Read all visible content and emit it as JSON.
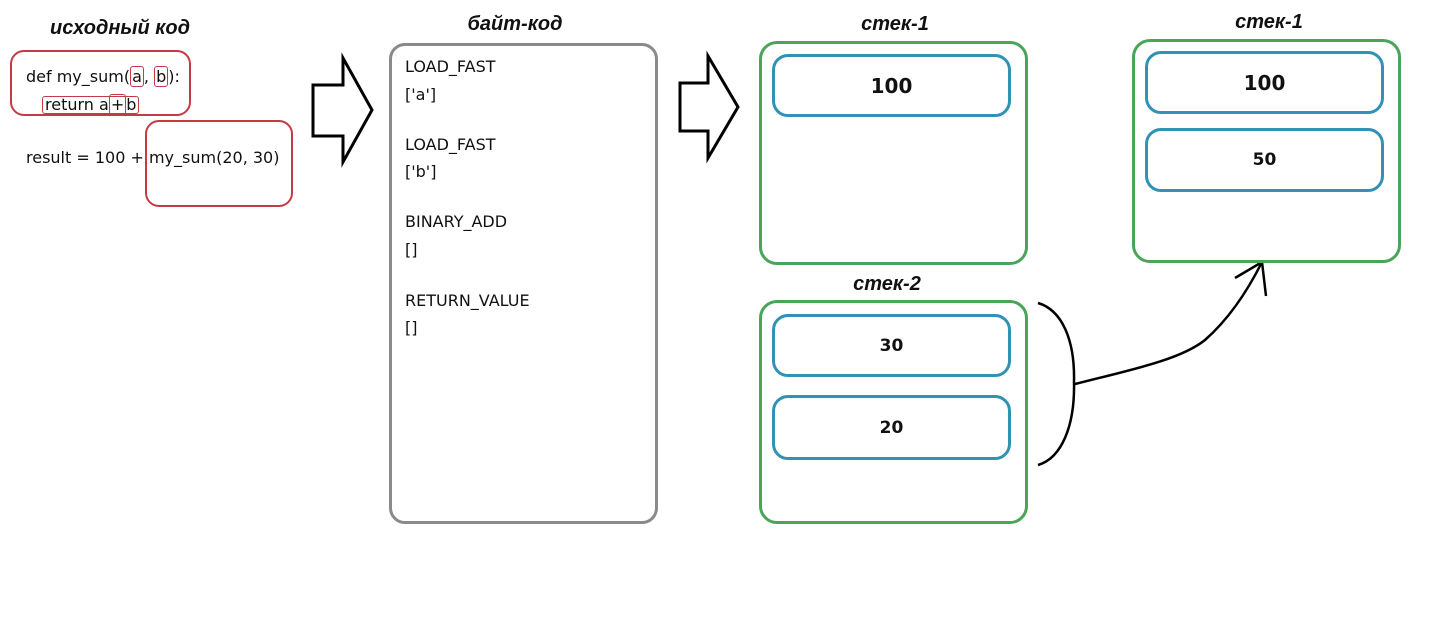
{
  "source": {
    "heading": "исходный код",
    "line1": {
      "pre": "def my_sum(",
      "a": "a",
      "comma": ",",
      "b": "b",
      "post": "):"
    },
    "line2": {
      "pre": "return a",
      "op": "+",
      "b": "b"
    },
    "line3": {
      "pre": "result = 100 + ",
      "call": "my_sum(20, 30)"
    }
  },
  "bytecode": {
    "heading": "байт-код",
    "instructions": [
      {
        "op": "LOAD_FAST",
        "arg": "['a']"
      },
      {
        "op": "LOAD_FAST",
        "arg": "['b']"
      },
      {
        "op": "BINARY_ADD",
        "arg": "[]"
      },
      {
        "op": "RETURN_VALUE",
        "arg": "[]"
      }
    ]
  },
  "stack1": {
    "heading": "стек-1",
    "values": [
      "100"
    ]
  },
  "stack2": {
    "heading": "стек-2",
    "values": [
      "30",
      "20"
    ]
  },
  "stack1_result": {
    "heading": "стек-1",
    "values": [
      "100",
      "50"
    ]
  },
  "colors": {
    "code_highlight": "#c33b45",
    "bytecode_border": "#8a8a8a",
    "stack_border": "#4aa55a",
    "slot_border": "#3192b5",
    "arrow": "#000000"
  }
}
